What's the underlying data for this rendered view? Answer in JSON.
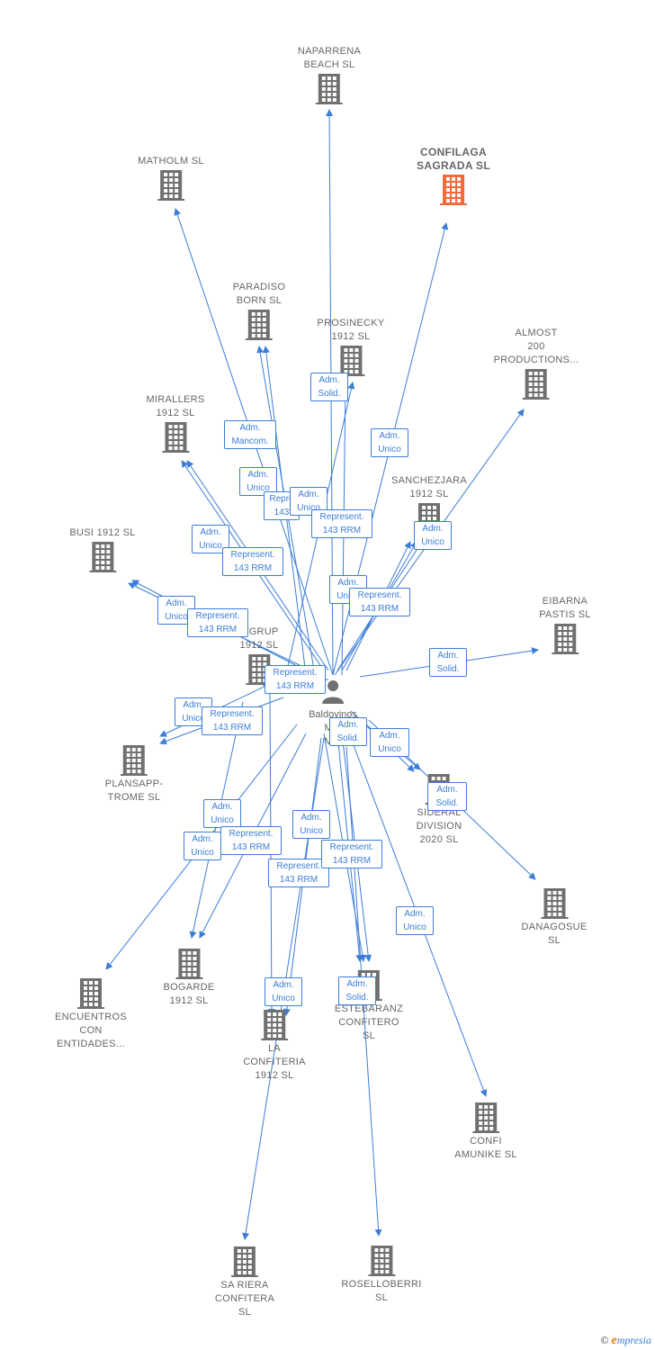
{
  "colors": {
    "edge": "#3b7dd8",
    "building": "#707070",
    "highlight_building": "#f26b3a",
    "label": "#666666"
  },
  "center": {
    "label_lines": [
      "Baldovinos",
      "Mar",
      "Mar"
    ]
  },
  "nodes": [
    {
      "id": "naparrena",
      "lines": [
        "NAPARRENA",
        "BEACH  SL"
      ]
    },
    {
      "id": "confilaga",
      "lines": [
        "CONFILAGA",
        "SAGRADA  SL"
      ],
      "highlight": true
    },
    {
      "id": "matholm",
      "lines": [
        "MATHOLM  SL"
      ]
    },
    {
      "id": "paradiso",
      "lines": [
        "PARADISO",
        "BORN  SL"
      ]
    },
    {
      "id": "prosinecky",
      "lines": [
        "PROSINECKY",
        "1912  SL"
      ]
    },
    {
      "id": "almost",
      "lines": [
        "ALMOST",
        "200",
        "PRODUCTIONS..."
      ]
    },
    {
      "id": "mirallers",
      "lines": [
        "MIRALLERS",
        "1912  SL"
      ]
    },
    {
      "id": "sanchezjara",
      "lines": [
        "SANCHEZJARA",
        "1912  SL"
      ]
    },
    {
      "id": "busi",
      "lines": [
        "BUSI 1912  SL"
      ]
    },
    {
      "id": "eibarna",
      "lines": [
        "EIBARNA",
        "PASTIS SL"
      ]
    },
    {
      "id": "figrup",
      "lines": [
        "FIGRUP",
        "1912  SL"
      ]
    },
    {
      "id": "plansapp",
      "lines": [
        "PLANSAPP-",
        "TROME SL"
      ]
    },
    {
      "id": "sideral",
      "lines": [
        "SIDERAL",
        "DIVISION",
        "2020  SL"
      ]
    },
    {
      "id": "danagosue",
      "lines": [
        "DANAGOSUE",
        "SL"
      ]
    },
    {
      "id": "encuentros",
      "lines": [
        "ENCUENTROS",
        "CON",
        "ENTIDADES..."
      ]
    },
    {
      "id": "bogarde",
      "lines": [
        "BOGARDE",
        "1912  SL"
      ]
    },
    {
      "id": "estebaranz",
      "lines": [
        "ESTEBARANZ",
        "CONFITERO",
        "SL"
      ]
    },
    {
      "id": "laconfiteria",
      "lines": [
        "LA",
        "CONFITERIA",
        "1912  SL"
      ]
    },
    {
      "id": "confiamunike",
      "lines": [
        "CONFI",
        "AMUNIKE  SL"
      ]
    },
    {
      "id": "sariera",
      "lines": [
        "SA RIERA",
        "CONFITERA",
        "SL"
      ]
    },
    {
      "id": "roselloberri",
      "lines": [
        "ROSELLOBERRI",
        "SL"
      ]
    }
  ],
  "relations": [
    {
      "id": "r1",
      "lines": [
        "Adm.",
        "Solid."
      ]
    },
    {
      "id": "r2",
      "lines": [
        "Adm.",
        "Mancom."
      ]
    },
    {
      "id": "r3",
      "lines": [
        "Adm.",
        "Unico"
      ]
    },
    {
      "id": "r4",
      "lines": [
        "Adm.",
        "Unico"
      ]
    },
    {
      "id": "r5",
      "lines": [
        "Repre",
        "143"
      ]
    },
    {
      "id": "r6",
      "lines": [
        "Adm.",
        "Unico"
      ]
    },
    {
      "id": "r7",
      "lines": [
        "Represent.",
        "143 RRM"
      ]
    },
    {
      "id": "r8",
      "lines": [
        "Adm.",
        "Unico"
      ]
    },
    {
      "id": "r9",
      "lines": [
        "Adm.",
        "Unico"
      ]
    },
    {
      "id": "r10",
      "lines": [
        "Represent.",
        "143 RRM"
      ]
    },
    {
      "id": "r11",
      "lines": [
        "Adm.",
        "Unico"
      ]
    },
    {
      "id": "r12",
      "lines": [
        "Represent.",
        "143 RRM"
      ]
    },
    {
      "id": "r13",
      "lines": [
        "Adm.",
        "Unico"
      ]
    },
    {
      "id": "r14",
      "lines": [
        "Represent.",
        "143 RRM"
      ]
    },
    {
      "id": "r15",
      "lines": [
        "Adm.",
        "Solid."
      ]
    },
    {
      "id": "r16",
      "lines": [
        "Represent.",
        "143 RRM"
      ]
    },
    {
      "id": "r17",
      "lines": [
        "Adm.",
        "Unico"
      ]
    },
    {
      "id": "r18",
      "lines": [
        "Represent.",
        "143 RRM"
      ]
    },
    {
      "id": "r19",
      "lines": [
        "Adm.",
        "Solid."
      ]
    },
    {
      "id": "r20",
      "lines": [
        "Adm.",
        "Unico"
      ]
    },
    {
      "id": "r21",
      "lines": [
        "Adm.",
        "Solid."
      ]
    },
    {
      "id": "r22",
      "lines": [
        "Adm.",
        "Unico"
      ]
    },
    {
      "id": "r23",
      "lines": [
        "Represent.",
        "143 RRM"
      ]
    },
    {
      "id": "r24",
      "lines": [
        "Adm.",
        "Unico"
      ]
    },
    {
      "id": "r25",
      "lines": [
        "Adm.",
        "Unico"
      ]
    },
    {
      "id": "r26",
      "lines": [
        "Represent.",
        "143 RRM"
      ]
    },
    {
      "id": "r27",
      "lines": [
        "Represent.",
        "143 RRM"
      ]
    },
    {
      "id": "r28",
      "lines": [
        "Adm.",
        "Unico"
      ]
    },
    {
      "id": "r29",
      "lines": [
        "Adm.",
        "Unico"
      ]
    },
    {
      "id": "r30",
      "lines": [
        "Adm.",
        "Solid."
      ]
    }
  ],
  "brand": {
    "copyright": "©",
    "e": "e",
    "rest": "mpresia"
  }
}
